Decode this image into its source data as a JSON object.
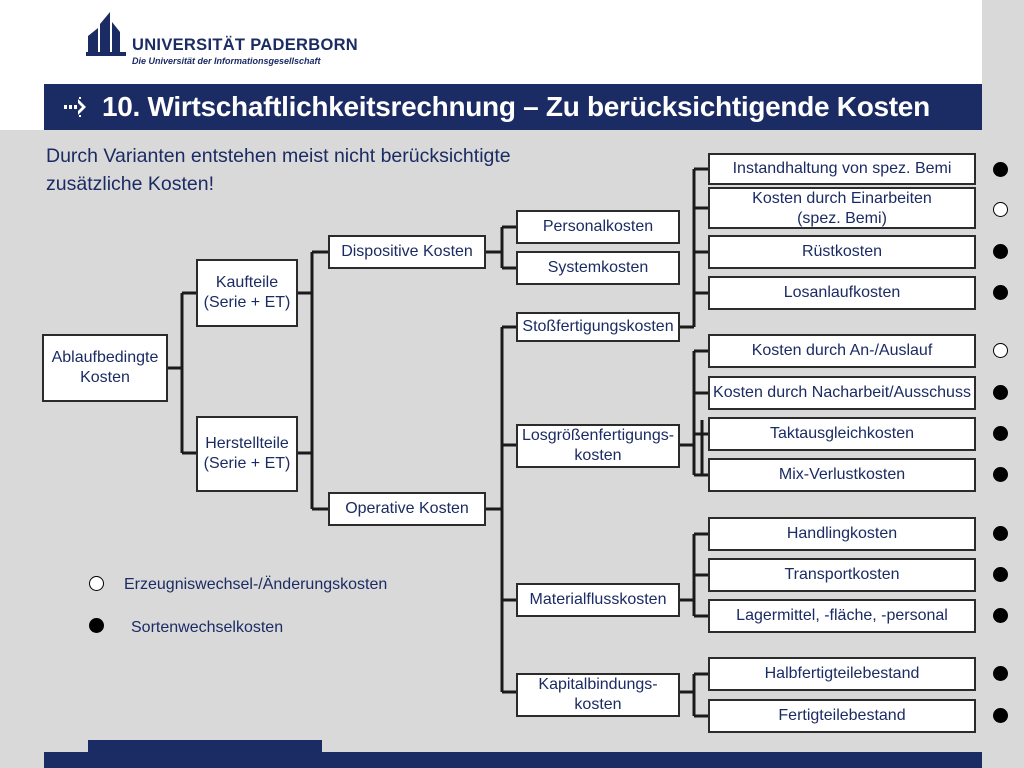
{
  "header": {
    "university_name": "UNIVERSITÄT PADERBORN",
    "university_tagline": "Die Universität der Informationsgesellschaft",
    "title": "10. Wirtschaftlichkeitsrechnung – Zu berücksichtigende Kosten",
    "brand_color": "#1b2b63"
  },
  "intro_text": "Durch Varianten entstehen meist nicht berücksichtigte zusätzliche Kosten!",
  "tree": {
    "root": "Ablaufbedingte\nKosten",
    "level1": [
      "Kaufteile\n(Serie + ET)",
      "Herstellteile\n(Serie + ET)"
    ],
    "level2": [
      "Dispositive Kosten",
      "Operative Kosten"
    ],
    "level3": [
      "Personalkosten",
      "Systemkosten",
      "Stoßfertigungskosten",
      "Losgrößenfertigungs-\nkosten",
      "Materialflusskosten",
      "Kapitalbindungs-\nkosten"
    ],
    "leaves": [
      {
        "label": "Instandhaltung von spez. Bemi",
        "marker": "filled"
      },
      {
        "label": "Kosten durch Einarbeiten\n(spez. Bemi)",
        "marker": "open"
      },
      {
        "label": "Rüstkosten",
        "marker": "filled"
      },
      {
        "label": "Losanlaufkosten",
        "marker": "filled"
      },
      {
        "label": "Kosten durch An-/Auslauf",
        "marker": "open"
      },
      {
        "label": "Kosten durch Nacharbeit/Ausschuss",
        "marker": "filled"
      },
      {
        "label": "Taktausgleichkosten",
        "marker": "filled"
      },
      {
        "label": "Mix-Verlustkosten",
        "marker": "filled"
      },
      {
        "label": "Handlingkosten",
        "marker": "filled"
      },
      {
        "label": "Transportkosten",
        "marker": "filled"
      },
      {
        "label": "Lagermittel, -fläche, -personal",
        "marker": "filled"
      },
      {
        "label": "Halbfertigteilebestand",
        "marker": "filled"
      },
      {
        "label": "Fertigteilebestand",
        "marker": "filled"
      }
    ]
  },
  "legend": [
    {
      "marker": "open",
      "label": "Erzeugniswechsel-/Änderungskosten"
    },
    {
      "marker": "filled",
      "label": "Sortenwechselkosten"
    }
  ]
}
